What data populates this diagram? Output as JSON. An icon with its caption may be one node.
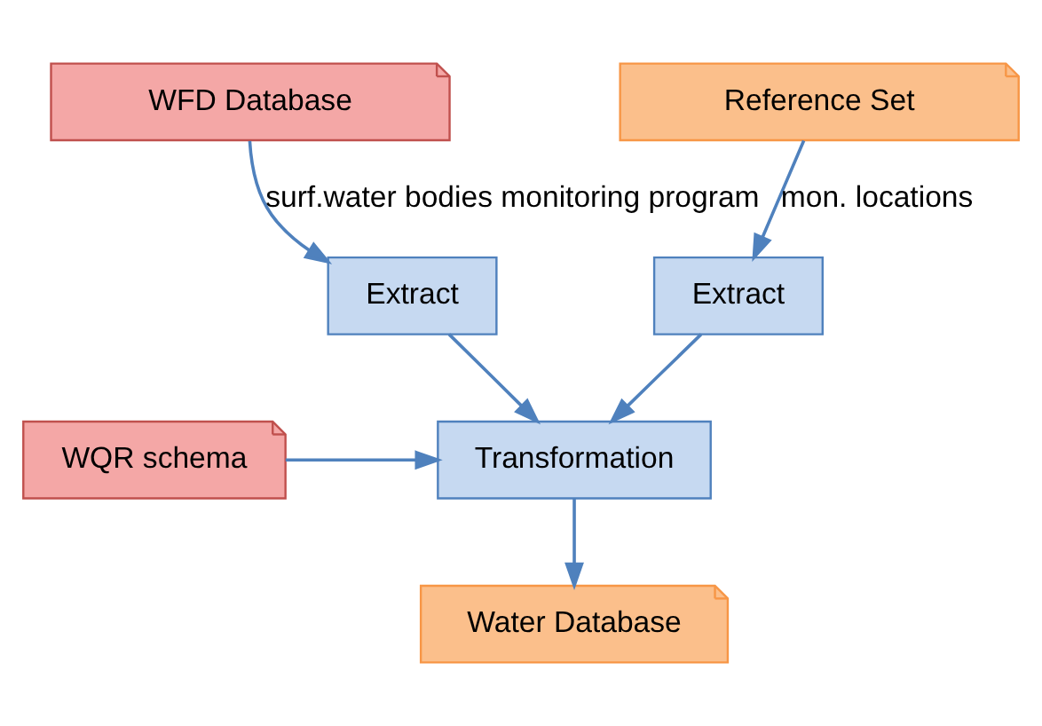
{
  "diagram": {
    "nodes": [
      {
        "text": [
          "WFD Database"
        ]
      },
      {
        "text": [
          "Reference Set"
        ]
      },
      {
        "text": [
          "Extract"
        ]
      },
      {
        "text": [
          "Extract"
        ]
      },
      {
        "text": [
          "WQR schema"
        ]
      },
      {
        "text": [
          "Transformation"
        ]
      },
      {
        "text": [
          "Water Database"
        ]
      }
    ],
    "edges": [
      {
        "from": 0,
        "to": 2,
        "arrow": "to",
        "label": "surf.water bodies monitoring program"
      },
      {
        "from": 1,
        "to": 3,
        "arrow": "to",
        "label": "mon. locations"
      },
      {
        "from": 2,
        "to": 5,
        "arrow": "to"
      },
      {
        "from": 3,
        "to": 5,
        "arrow": "to"
      },
      {
        "from": 4,
        "to": 5,
        "arrow": "to"
      },
      {
        "from": 5,
        "to": 6,
        "arrow": "to"
      }
    ]
  }
}
